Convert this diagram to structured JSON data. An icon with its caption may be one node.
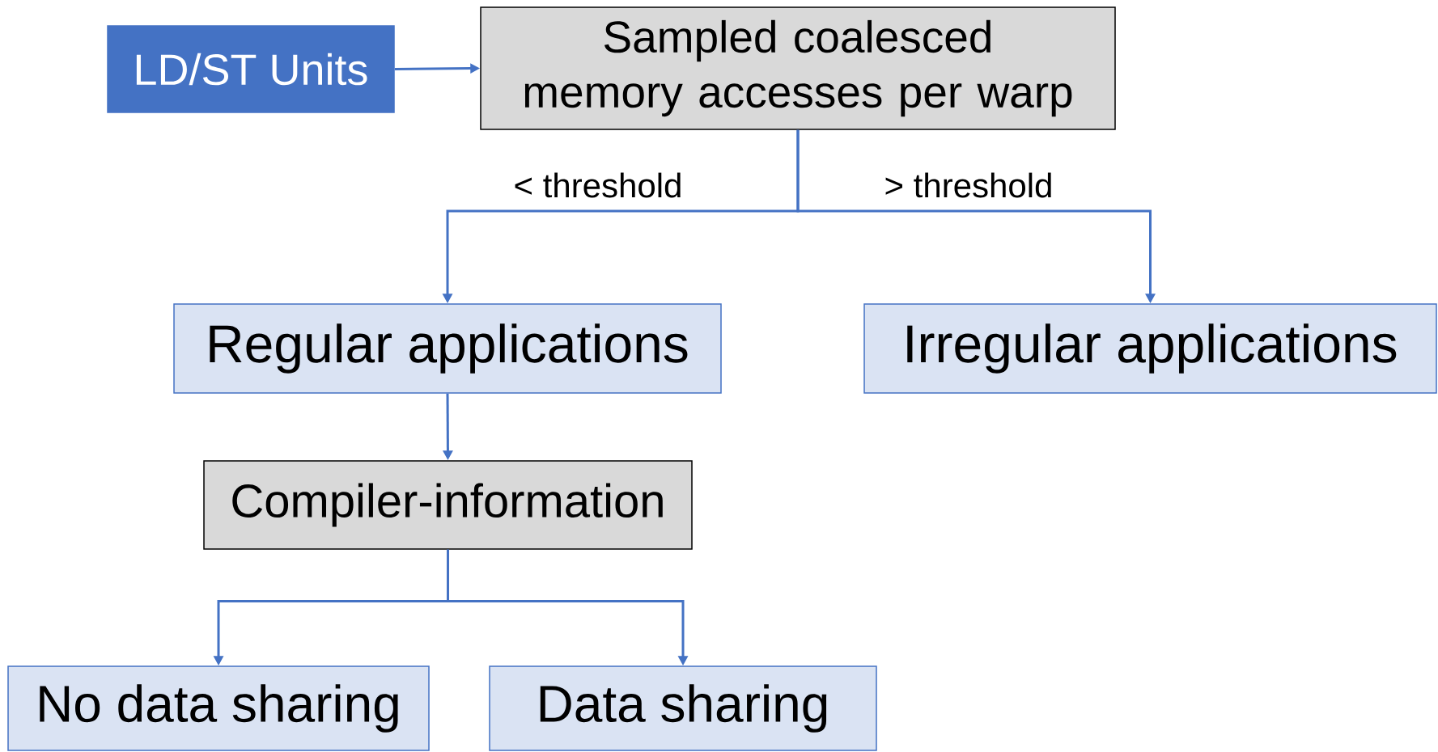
{
  "diagram": {
    "nodes": [
      {
        "text": [
          "LD/ST Units"
        ]
      },
      {
        "text": [
          "Sampled coalesced memory accesses per warp"
        ]
      },
      {
        "text": [
          "Regular applications"
        ]
      },
      {
        "text": [
          "Irregular applications"
        ]
      },
      {
        "text": [
          "Compiler-information"
        ]
      },
      {
        "text": [
          "No data sharing"
        ]
      },
      {
        "text": [
          "Data sharing"
        ]
      }
    ],
    "edges": [
      {
        "from": 0,
        "to": 1,
        "arrow": "to"
      },
      {
        "from": 1,
        "to": 2,
        "arrow": "to",
        "label": "< threshold"
      },
      {
        "from": 1,
        "to": 3,
        "arrow": "to",
        "label": "> threshold"
      },
      {
        "from": 2,
        "to": 4,
        "arrow": "to"
      },
      {
        "from": 4,
        "to": 5,
        "arrow": "to"
      },
      {
        "from": 4,
        "to": 6,
        "arrow": "to"
      }
    ]
  }
}
